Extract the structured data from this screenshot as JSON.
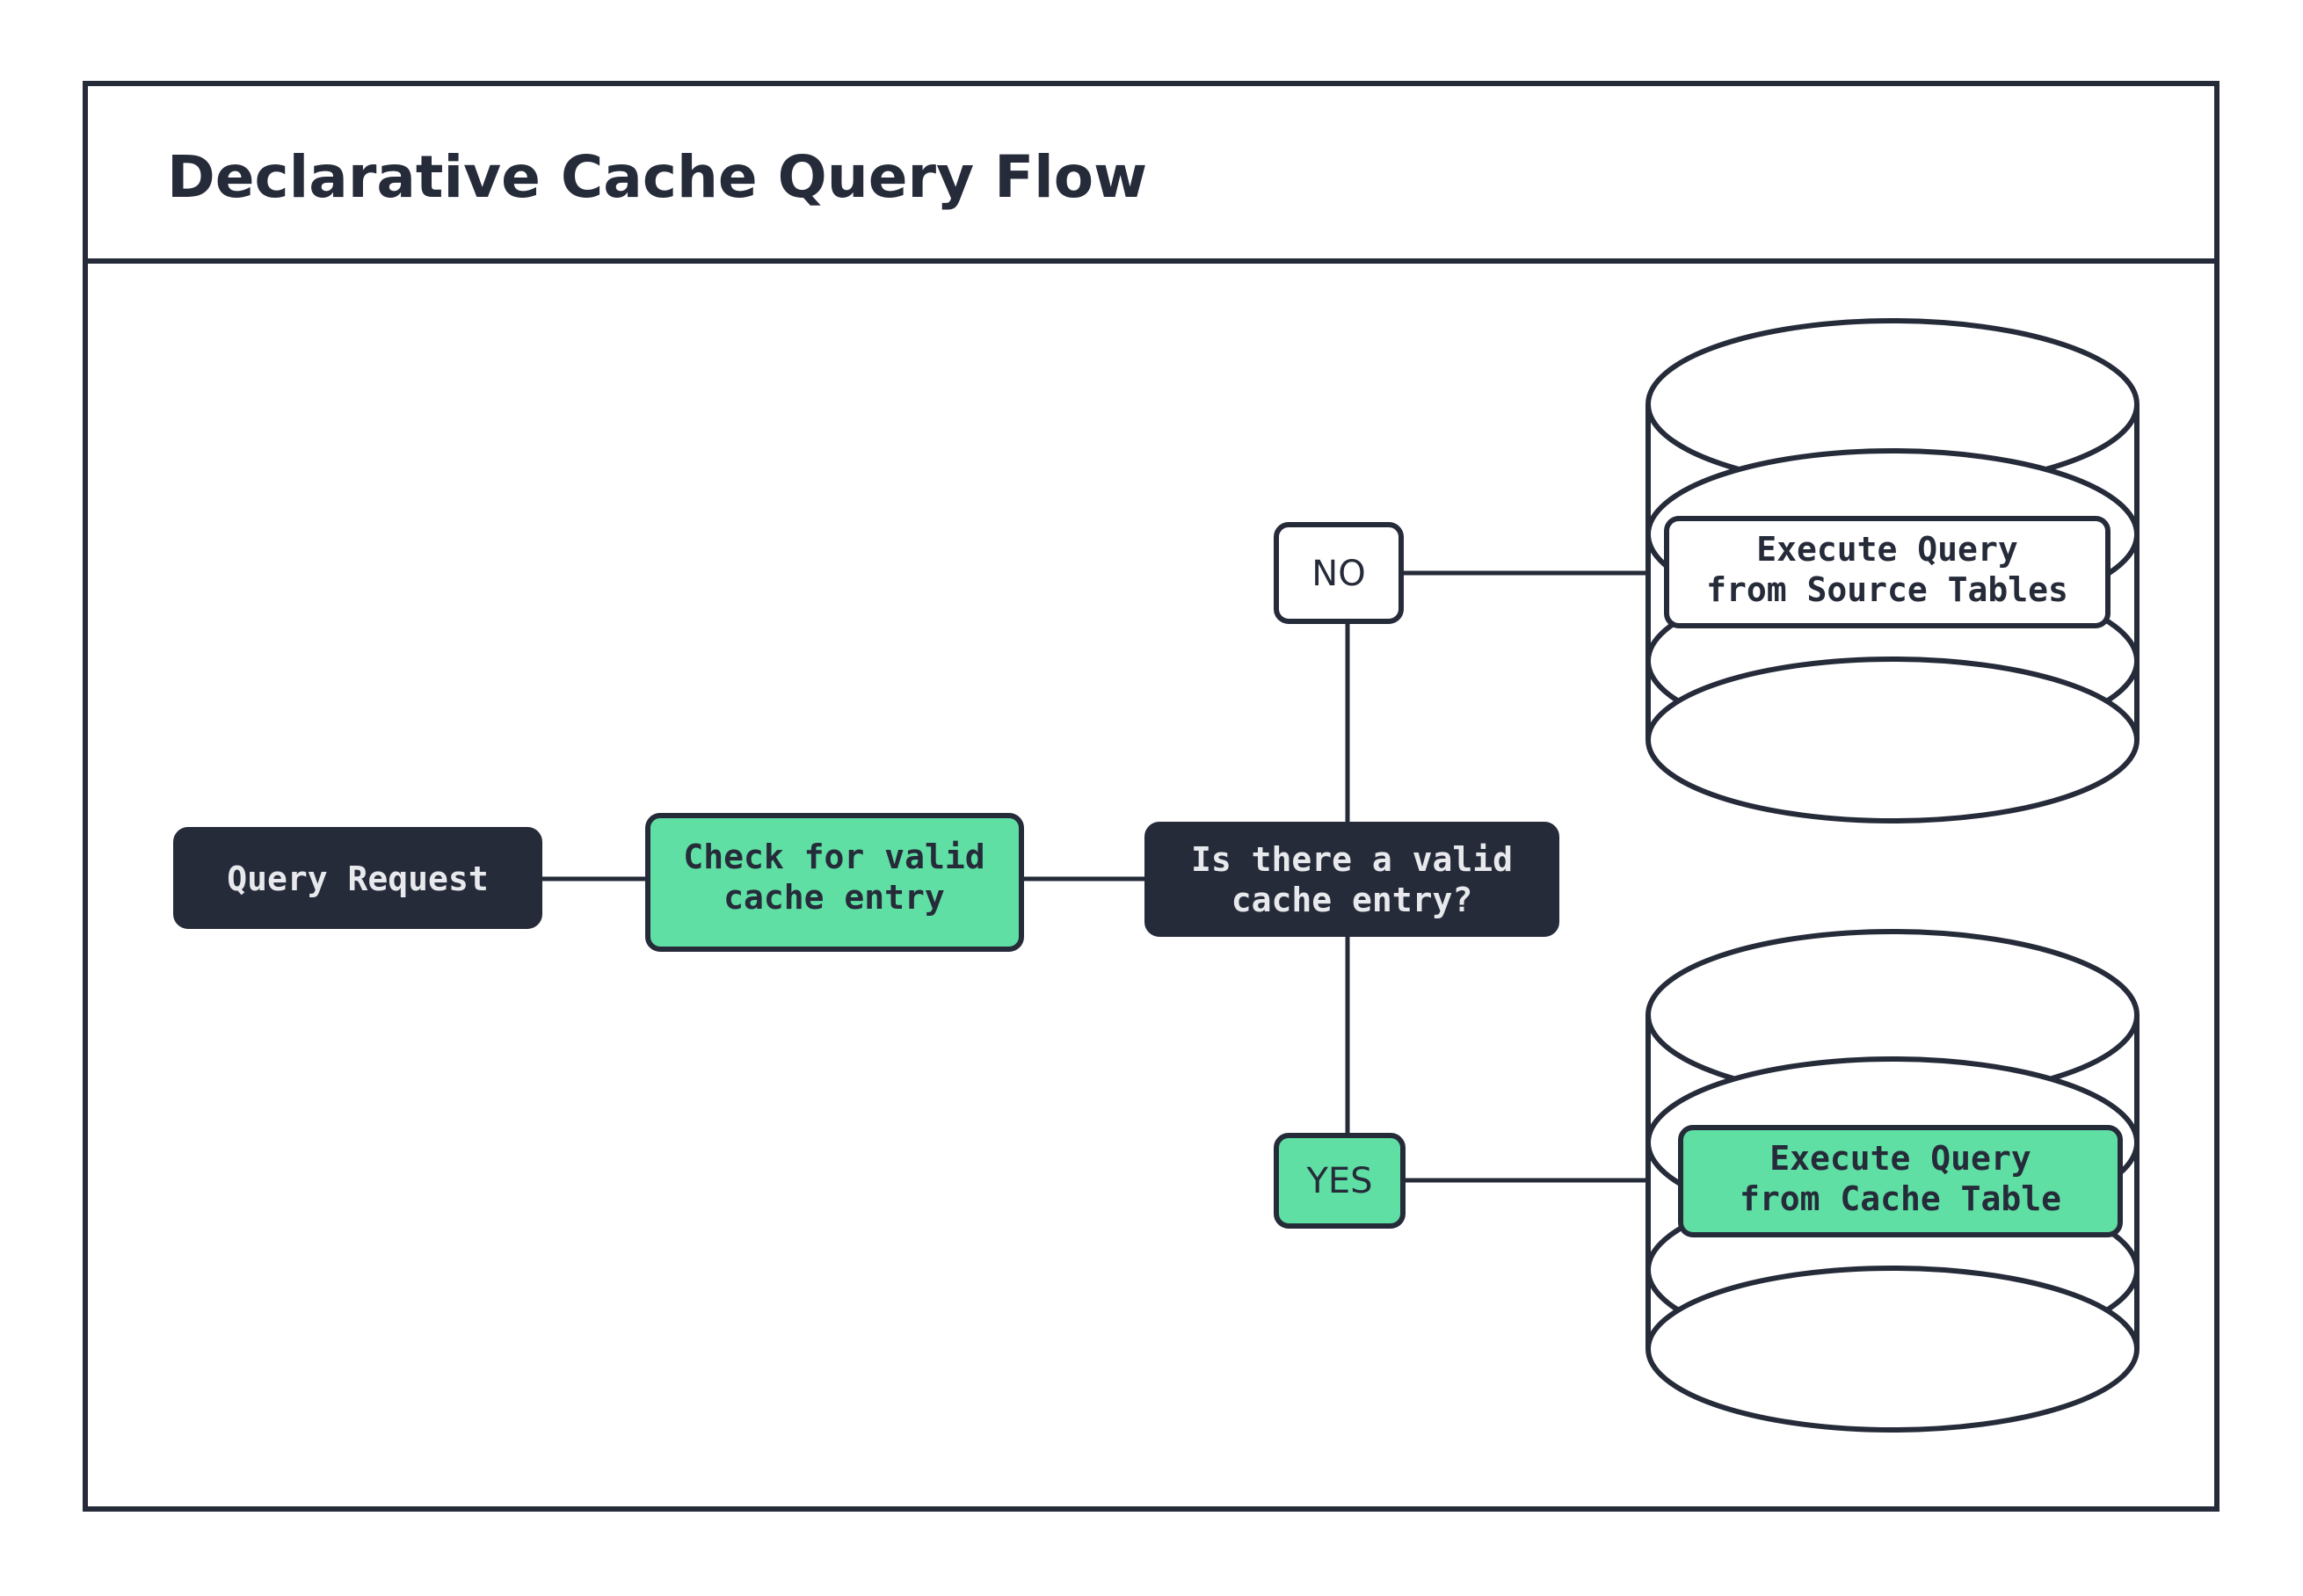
{
  "frame": {
    "title": "Declarative Cache Query Flow",
    "border_color": "#262B3A",
    "background": "#FFFFFF"
  },
  "colors": {
    "dark": "#262B3A",
    "green": "#5FDFA3",
    "white": "#FFFFFF",
    "light_text": "#E8E9ED",
    "stroke": "#262B3A"
  },
  "flow": {
    "nodes": [
      {
        "id": "query-request",
        "label": "Query Request",
        "lines": [
          "Query Request"
        ],
        "style": "dark"
      },
      {
        "id": "check-cache",
        "label": "Check for valid cache entry",
        "lines": [
          "Check for valid",
          "cache entry"
        ],
        "style": "green"
      },
      {
        "id": "decision-valid-cache",
        "label": "Is there a valid cache entry?",
        "lines": [
          "Is there a valid",
          "cache entry?"
        ],
        "style": "dark"
      }
    ],
    "branches": [
      {
        "id": "branch-no",
        "label": "NO",
        "style": "white"
      },
      {
        "id": "branch-yes",
        "label": "YES",
        "style": "green"
      }
    ],
    "databases": [
      {
        "id": "source-tables-db",
        "label": "Execute Query from Source Tables",
        "lines": [
          "Execute Query",
          "from Source Tables"
        ],
        "style": "white",
        "icon": "database-cylinder-icon"
      },
      {
        "id": "cache-table-db",
        "label": "Execute Query from Cache Table",
        "lines": [
          "Execute Query",
          "from Cache Table"
        ],
        "style": "green",
        "icon": "database-cylinder-icon"
      }
    ]
  }
}
